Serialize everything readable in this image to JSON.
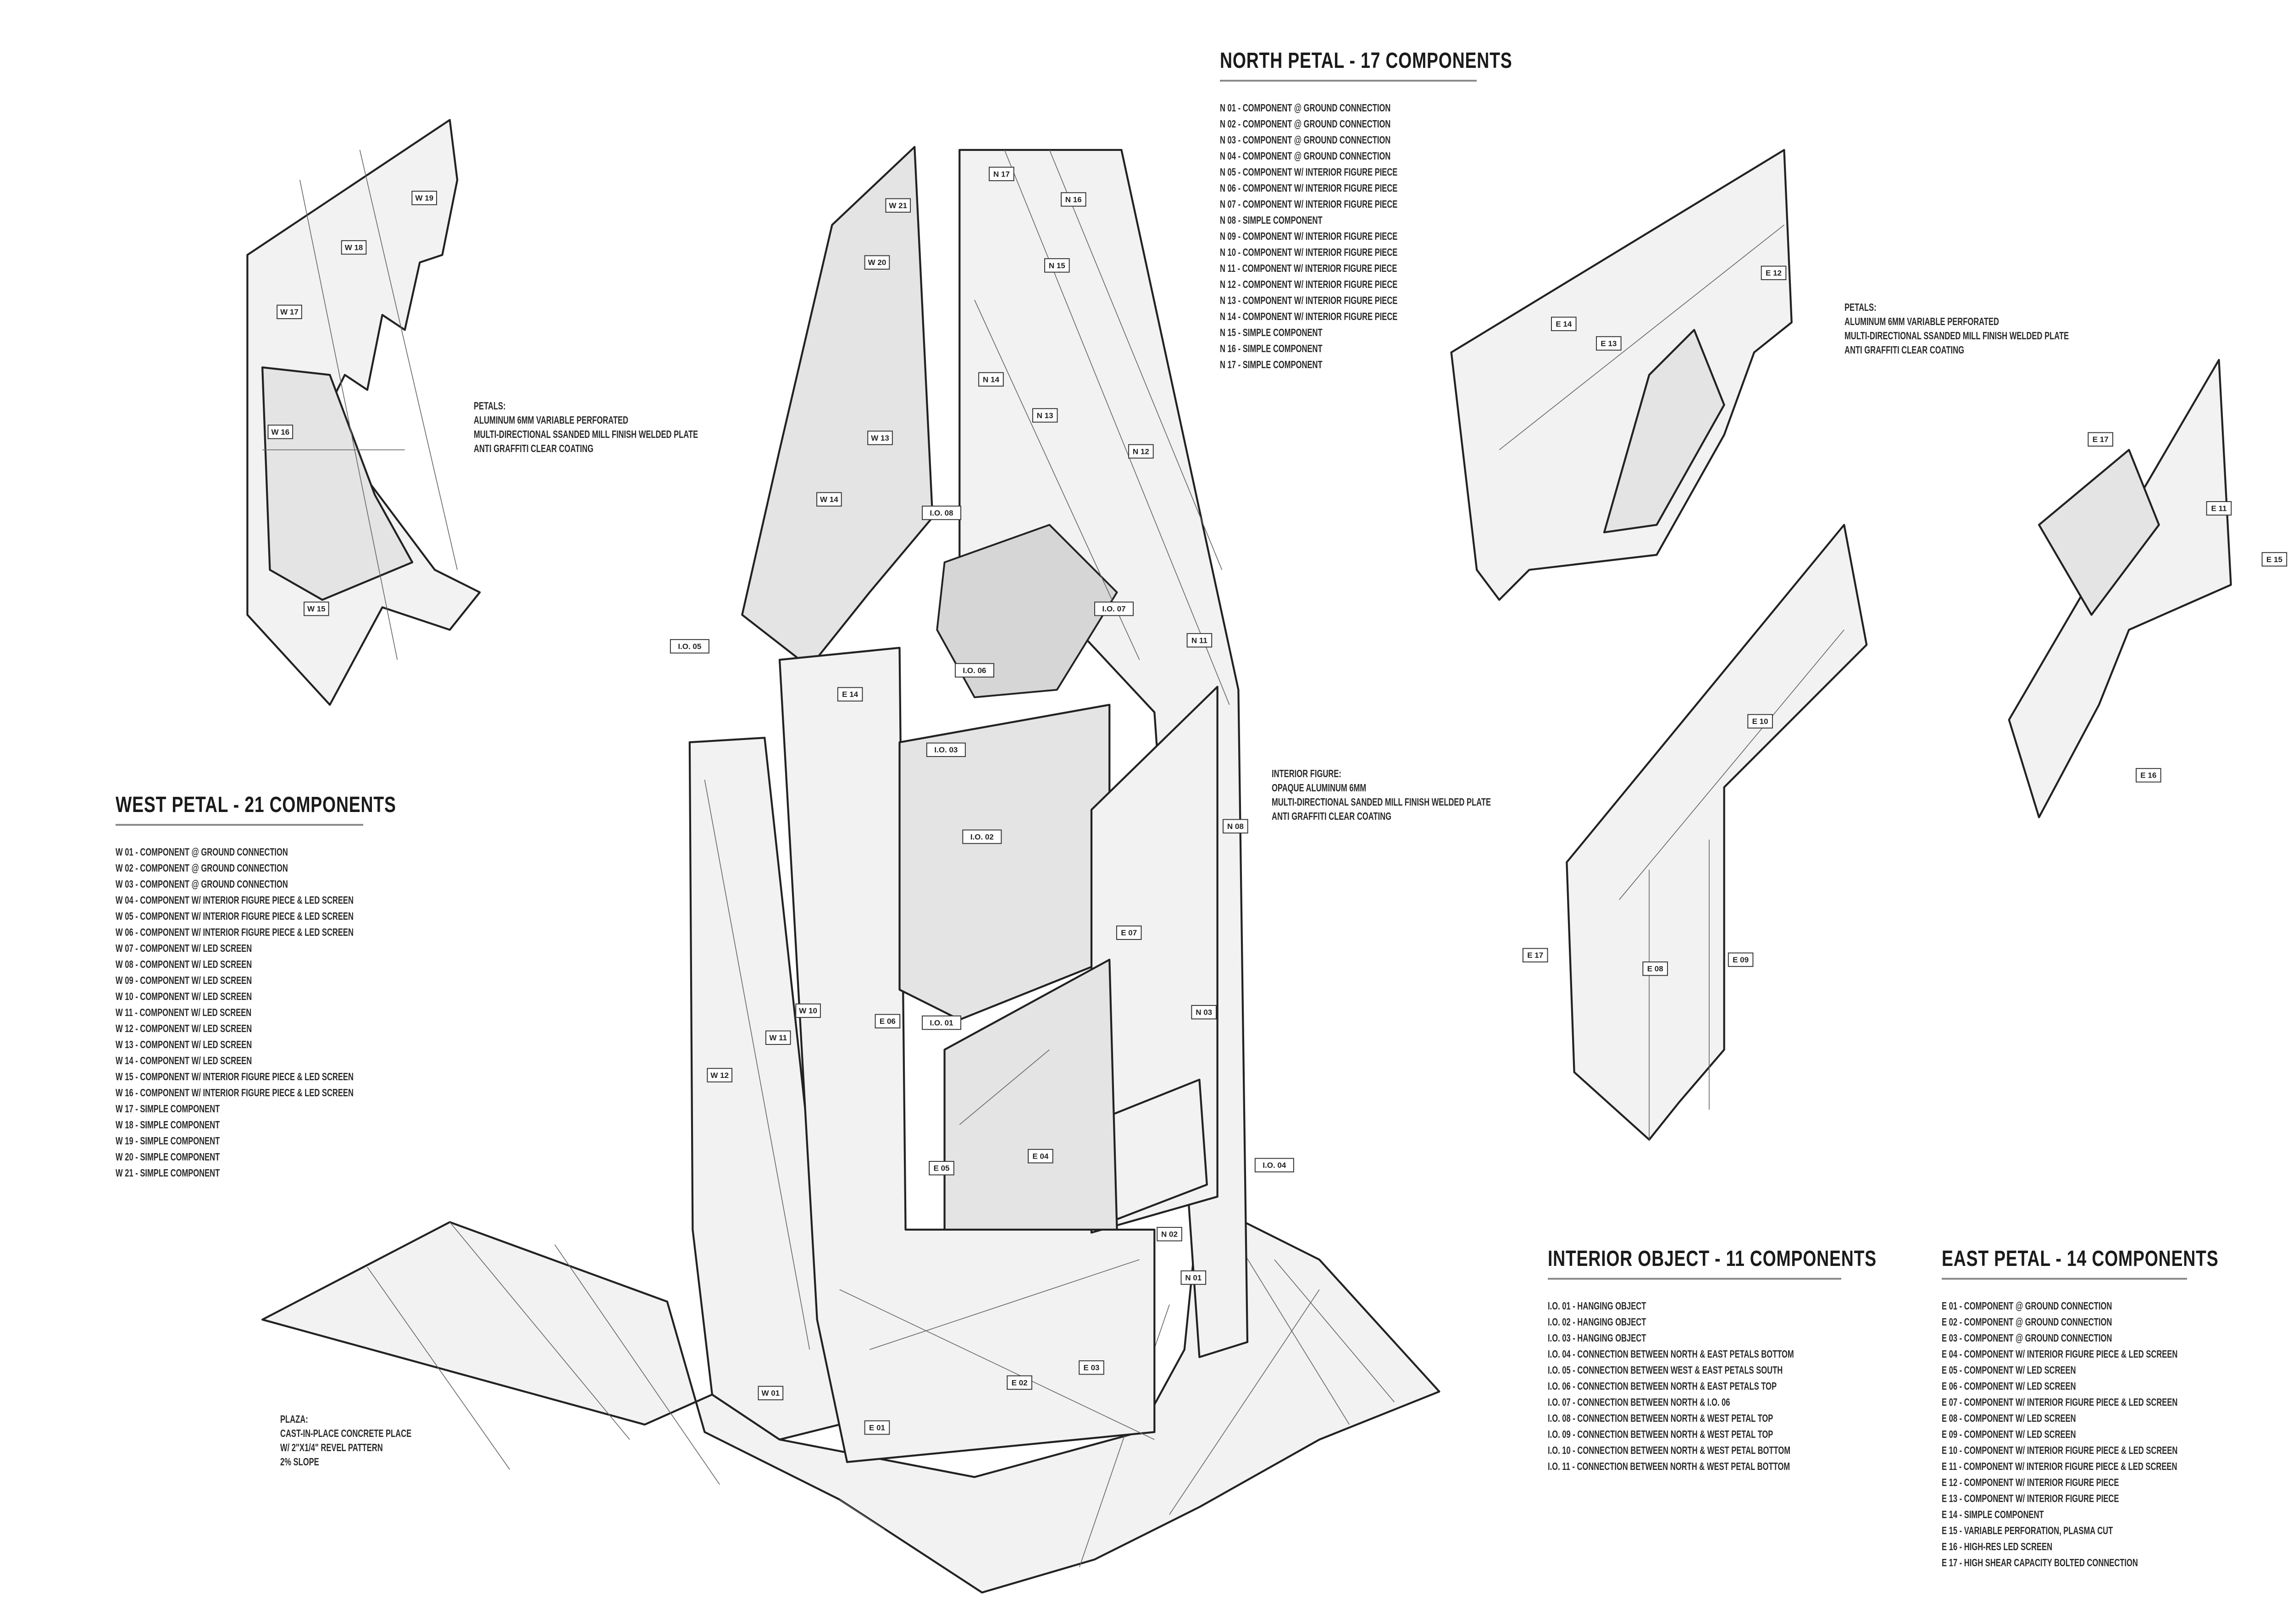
{
  "north_petal": {
    "title": "NORTH PETAL - 17 COMPONENTS",
    "items": [
      "N 01 - COMPONENT @ GROUND CONNECTION",
      "N 02 - COMPONENT @ GROUND CONNECTION",
      "N 03 - COMPONENT @ GROUND CONNECTION",
      "N 04 - COMPONENT @ GROUND CONNECTION",
      "N 05 - COMPONENT W/ INTERIOR FIGURE PIECE",
      "N 06 - COMPONENT W/ INTERIOR FIGURE PIECE",
      "N 07 - COMPONENT W/ INTERIOR FIGURE PIECE",
      "N 08 - SIMPLE COMPONENT",
      "N 09 - COMPONENT W/ INTERIOR FIGURE PIECE",
      "N 10 - COMPONENT W/ INTERIOR FIGURE PIECE",
      "N 11 - COMPONENT W/ INTERIOR FIGURE PIECE",
      "N 12 - COMPONENT W/ INTERIOR FIGURE PIECE",
      "N 13 - COMPONENT W/ INTERIOR FIGURE PIECE",
      "N 14 - COMPONENT W/ INTERIOR FIGURE PIECE",
      "N 15 - SIMPLE COMPONENT",
      "N 16 - SIMPLE COMPONENT",
      "N 17 - SIMPLE COMPONENT"
    ]
  },
  "west_petal": {
    "title": "WEST PETAL - 21 COMPONENTS",
    "items": [
      "W 01 - COMPONENT @ GROUND CONNECTION",
      "W 02 - COMPONENT @ GROUND CONNECTION",
      "W 03 - COMPONENT @ GROUND CONNECTION",
      "W 04 - COMPONENT W/ INTERIOR FIGURE PIECE & LED SCREEN",
      "W 05 - COMPONENT W/ INTERIOR FIGURE PIECE & LED SCREEN",
      "W 06 - COMPONENT W/ INTERIOR FIGURE PIECE & LED SCREEN",
      "W 07 - COMPONENT W/ LED SCREEN",
      "W 08 - COMPONENT W/ LED SCREEN",
      "W 09 - COMPONENT W/ LED SCREEN",
      "W 10 - COMPONENT W/ LED SCREEN",
      "W 11 - COMPONENT W/ LED SCREEN",
      "W 12 - COMPONENT W/ LED SCREEN",
      "W 13 - COMPONENT W/ LED SCREEN",
      "W 14 - COMPONENT W/ LED SCREEN",
      "W 15 - COMPONENT W/ INTERIOR FIGURE PIECE & LED SCREEN",
      "W 16 - COMPONENT W/ INTERIOR FIGURE PIECE & LED SCREEN",
      "W 17 - SIMPLE COMPONENT",
      "W 18 - SIMPLE COMPONENT",
      "W 19 - SIMPLE COMPONENT",
      "W 20 - SIMPLE COMPONENT",
      "W 21 - SIMPLE COMPONENT"
    ]
  },
  "interior_object": {
    "title": "INTERIOR OBJECT - 11 COMPONENTS",
    "items": [
      "I.O. 01 - HANGING OBJECT",
      "I.O. 02 - HANGING OBJECT",
      "I.O. 03 - HANGING OBJECT",
      "I.O. 04 - CONNECTION BETWEEN NORTH & EAST PETALS BOTTOM",
      "I.O. 05 - CONNECTION BETWEEN WEST & EAST PETALS SOUTH",
      "I.O. 06 - CONNECTION BETWEEN NORTH & EAST PETALS TOP",
      "I.O. 07 - CONNECTION BETWEEN NORTH & I.O. 06",
      "I.O. 08 - CONNECTION BETWEEN NORTH & WEST PETAL TOP",
      "I.O. 09 - CONNECTION BETWEEN NORTH & WEST PETAL TOP",
      "I.O. 10 - CONNECTION BETWEEN NORTH & WEST PETAL BOTTOM",
      "I.O. 11 - CONNECTION BETWEEN NORTH & WEST PETAL BOTTOM"
    ]
  },
  "east_petal": {
    "title": "EAST PETAL - 14 COMPONENTS",
    "items": [
      "E 01 - COMPONENT @ GROUND CONNECTION",
      "E 02 - COMPONENT @ GROUND CONNECTION",
      "E 03 - COMPONENT @ GROUND CONNECTION",
      "E 04 - COMPONENT W/ INTERIOR FIGURE PIECE & LED SCREEN",
      "E 05 - COMPONENT W/ LED SCREEN",
      "E 06 - COMPONENT W/ LED SCREEN",
      "E 07 - COMPONENT W/ INTERIOR FIGURE PIECE & LED SCREEN",
      "E 08 - COMPONENT W/ LED SCREEN",
      "E 09 - COMPONENT W/ LED SCREEN",
      "E 10 - COMPONENT W/ INTERIOR FIGURE PIECE & LED SCREEN",
      "E 11 - COMPONENT W/ INTERIOR FIGURE PIECE & LED SCREEN",
      "E 12 - COMPONENT W/ INTERIOR FIGURE PIECE",
      "E 13 - COMPONENT W/ INTERIOR FIGURE PIECE",
      "E 14 - SIMPLE COMPONENT",
      "E 15 - VARIABLE PERFORATION, PLASMA CUT",
      "E 16 - HIGH-RES LED SCREEN",
      "E 17 - HIGH SHEAR CAPACITY BOLTED CONNECTION"
    ]
  },
  "notes": {
    "petals_west": [
      "PETALS:",
      "ALUMINUM 6MM VARIABLE PERFORATED",
      "MULTI-DIRECTIONAL SSANDED MILL FINISH WELDED PLATE",
      "ANTI GRAFFITI CLEAR COATING"
    ],
    "interior_figure": [
      "INTERIOR FIGURE:",
      "OPAQUE ALUMINUM 6MM",
      "MULTI-DIRECTIONAL SANDED MILL FINISH WELDED PLATE",
      "ANTI GRAFFITI CLEAR COATING"
    ],
    "petals_east": [
      "PETALS:",
      "ALUMINUM 6MM VARIABLE PERFORATED",
      "MULTI-DIRECTIONAL SSANDED MILL FINISH WELDED PLATE",
      "ANTI GRAFFITI CLEAR COATING"
    ],
    "plaza": [
      "PLAZA:",
      "CAST-IN-PLACE CONCRETE PLACE",
      "W/ 2\"X1/4\" REVEL PATTERN",
      "2% SLOPE"
    ]
  },
  "drawing": {
    "tags": [
      "W 19",
      "W 18",
      "W 17",
      "W 16",
      "W 15",
      "W 21",
      "W 20",
      "W 13",
      "W 14",
      "W 12",
      "W 11",
      "W 10",
      "W 01",
      "N 17",
      "N 16",
      "N 15",
      "N 14",
      "N 13",
      "N 12",
      "N 11",
      "N 08",
      "N 03",
      "N 02",
      "N 01",
      "I.O. 08",
      "I.O. 07",
      "I.O. 06",
      "I.O. 05",
      "I.O. 03",
      "I.O. 02",
      "I.O. 01",
      "I.O. 04",
      "E 14",
      "E 06",
      "E 07",
      "E 05",
      "E 04",
      "E 01",
      "E 02",
      "E 03",
      "E 14",
      "E 13",
      "E 12",
      "E 10",
      "E 17",
      "E 08",
      "E 09",
      "E 17",
      "E 11",
      "E 15",
      "E 16"
    ]
  }
}
